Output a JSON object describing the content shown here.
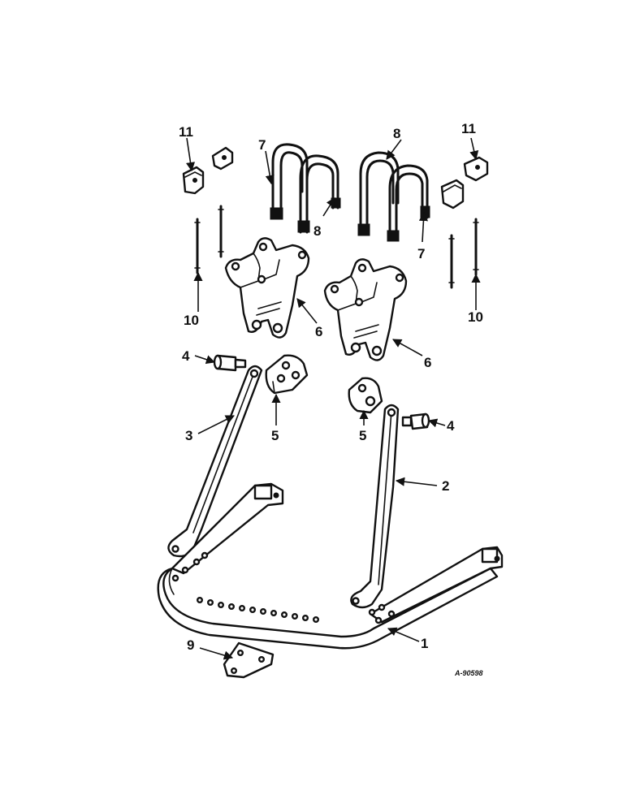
{
  "diagram": {
    "drawing_number": "A-90598",
    "callouts": [
      {
        "id": "c1",
        "text": "1"
      },
      {
        "id": "c2",
        "text": "2"
      },
      {
        "id": "c3",
        "text": "3"
      },
      {
        "id": "c4a",
        "text": "4"
      },
      {
        "id": "c4b",
        "text": "4"
      },
      {
        "id": "c5a",
        "text": "5"
      },
      {
        "id": "c5b",
        "text": "5"
      },
      {
        "id": "c6a",
        "text": "6"
      },
      {
        "id": "c6b",
        "text": "6"
      },
      {
        "id": "c7a",
        "text": "7"
      },
      {
        "id": "c7b",
        "text": "7"
      },
      {
        "id": "c8a",
        "text": "8"
      },
      {
        "id": "c8b",
        "text": "8"
      },
      {
        "id": "c9",
        "text": "9"
      },
      {
        "id": "c10a",
        "text": "10"
      },
      {
        "id": "c10b",
        "text": "10"
      },
      {
        "id": "c11a",
        "text": "11"
      },
      {
        "id": "c11b",
        "text": "11"
      }
    ]
  }
}
